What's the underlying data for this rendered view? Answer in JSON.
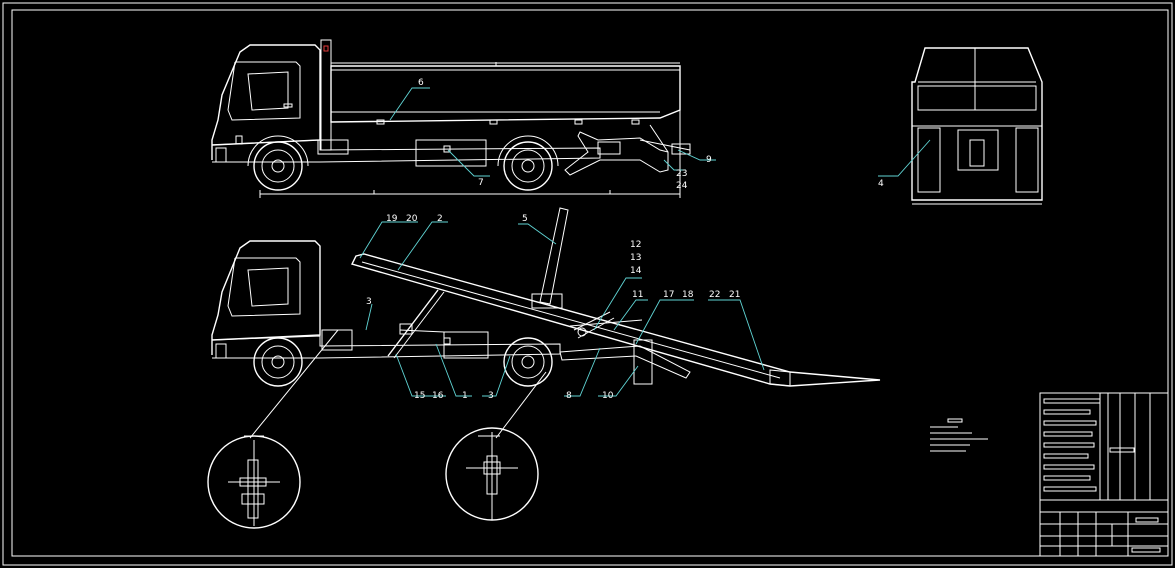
{
  "drawing": {
    "part_labels": {
      "p1": "1",
      "p2": "2",
      "p3a": "3",
      "p3b": "3",
      "p4": "4",
      "p5": "5",
      "p6": "6",
      "p7": "7",
      "p8": "8",
      "p9": "9",
      "p10": "10",
      "p11": "11",
      "p12": "12",
      "p13": "13",
      "p14": "14",
      "p15": "15",
      "p16": "16",
      "p17": "17",
      "p18": "18",
      "p19": "19",
      "p20": "20",
      "p21": "21",
      "p22": "22",
      "p23": "23",
      "p24": "24"
    },
    "colors": {
      "background": "#000000",
      "lines": "#ffffff",
      "leaders": "#5fd3d3",
      "marker": "#e23a3a"
    }
  }
}
